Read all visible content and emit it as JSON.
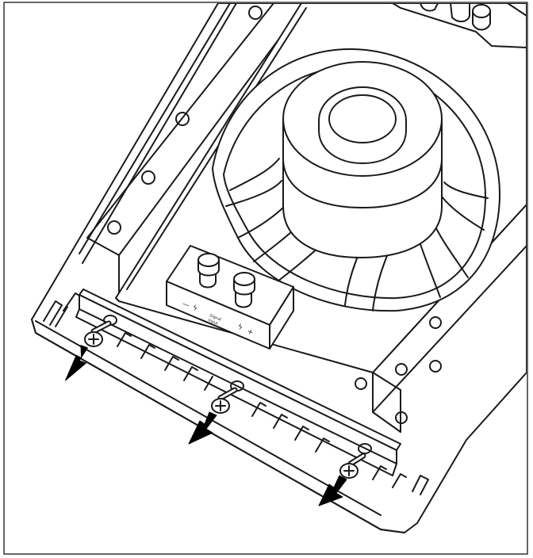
{
  "diagram": {
    "terminal_block": {
      "minus_symbol": "—",
      "bolt_symbol": "ϟ",
      "plus_symbol": "+",
      "center_label_line1": "Signal",
      "center_label_line2": "Input"
    },
    "line_color": "#1a1a1a",
    "arrow_color": "#000000",
    "background_color": "#ffffff"
  }
}
